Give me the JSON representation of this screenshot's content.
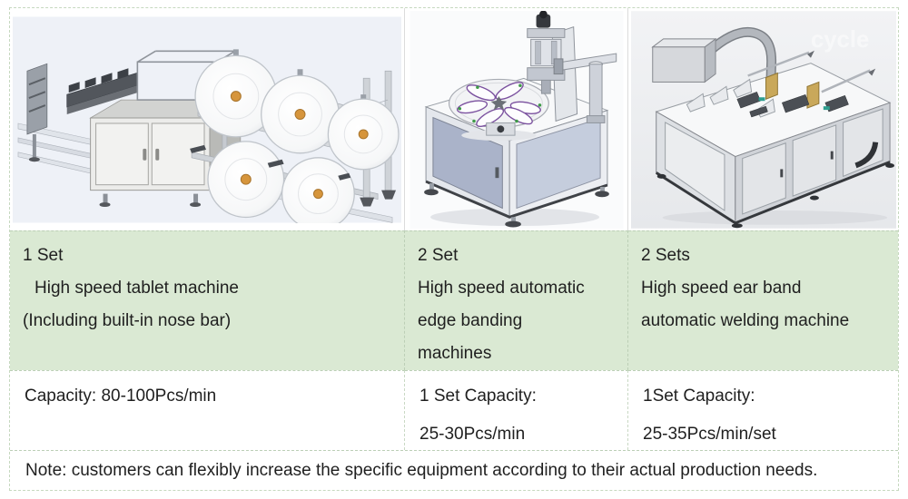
{
  "page": {
    "background": "#ffffff",
    "outer_border_color": "#c6d8bf"
  },
  "colors": {
    "row_green": "#dae9d3",
    "divider_dashed": "#bccfb6",
    "divider_image_row": "#dcdcdc",
    "text": "#1f1f1f",
    "render_bg_blue": "#eef1f7",
    "render_bg_gray": "#edeff2",
    "roll_core_orange": "#d6953c",
    "panel_blue": "#aab3c9",
    "spoke_purple": "#7b519f",
    "gold_plate": "#c9a85a"
  },
  "watermark": "cycle",
  "table": {
    "columns": [
      {
        "image_alt": "3D render of high speed tablet mask machine with five white material rolls on rack",
        "set_label": "1 Set",
        "desc_line2": "High speed tablet machine",
        "desc_line3": "(Including built-in nose bar)",
        "cap_line1": "Capacity: 80-100Pcs/min"
      },
      {
        "image_alt": "3D render of high speed automatic edge banding machine with rotary disc",
        "set_label": "2 Set",
        "desc_line2": "High speed automatic",
        "desc_line3": "edge banding",
        "desc_line4": "machines",
        "cap_line1": "1 Set Capacity:",
        "cap_line2": "25-30Pcs/min"
      },
      {
        "image_alt": "3D render of high speed ear band automatic welding machine with overhead duct",
        "set_label": "2 Sets",
        "desc_line2": "High speed ear band",
        "desc_line3": "automatic welding machine",
        "cap_line1": "1Set Capacity:",
        "cap_line2": "25-35Pcs/min/set"
      }
    ],
    "note": "Note: customers can flexibly increase the specific equipment according to their actual production needs."
  }
}
